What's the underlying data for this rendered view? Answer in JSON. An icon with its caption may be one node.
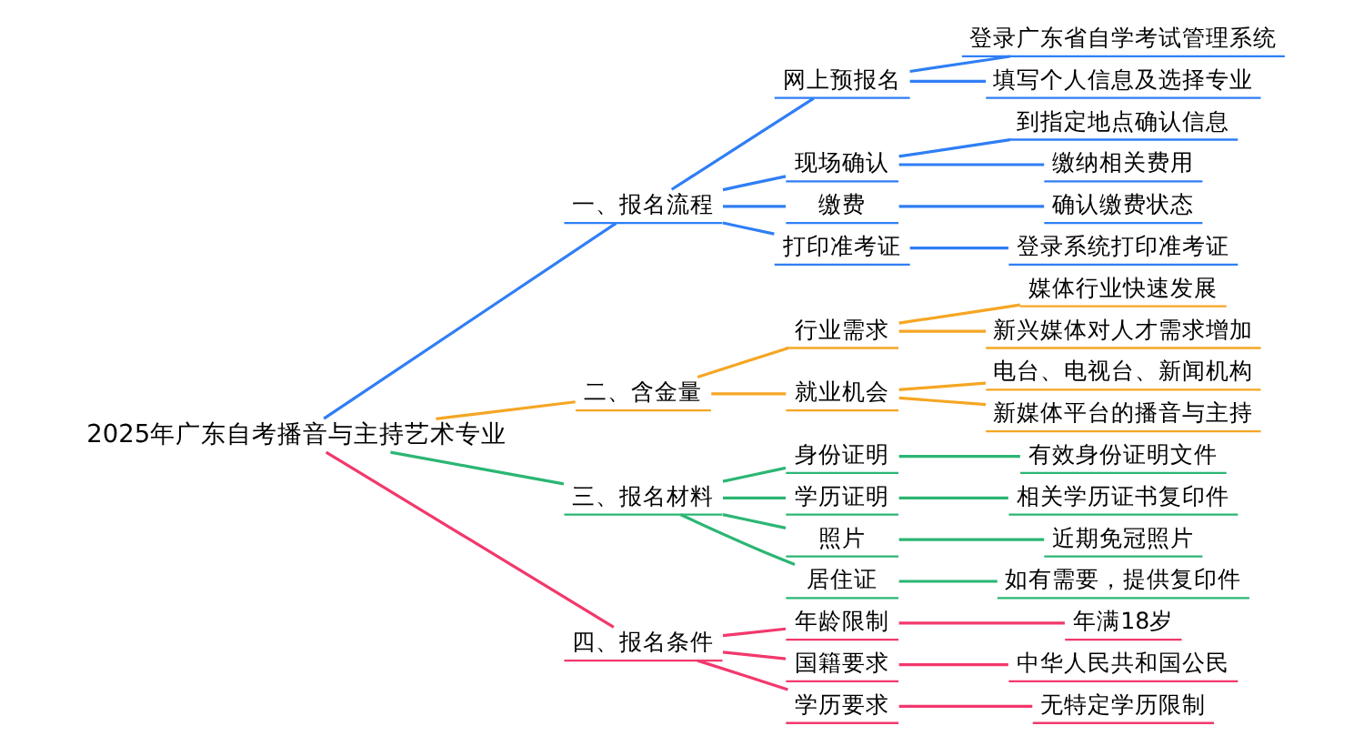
{
  "diagram": {
    "nodes": [
      {
        "text": [
          "2025年广东自考播音与主持艺术专业"
        ]
      },
      {
        "text": [
          "一、报名流程"
        ]
      },
      {
        "text": [
          "网上预报名"
        ]
      },
      {
        "text": [
          "登录广东省自学考试管理系统"
        ]
      },
      {
        "text": [
          "填写个人信息及选择专业"
        ]
      },
      {
        "text": [
          "现场确认"
        ]
      },
      {
        "text": [
          "到指定地点确认信息"
        ]
      },
      {
        "text": [
          "缴纳相关费用"
        ]
      },
      {
        "text": [
          "缴费"
        ]
      },
      {
        "text": [
          "确认缴费状态"
        ]
      },
      {
        "text": [
          "打印准考证"
        ]
      },
      {
        "text": [
          "登录系统打印准考证"
        ]
      },
      {
        "text": [
          "二、含金量"
        ]
      },
      {
        "text": [
          "行业需求"
        ]
      },
      {
        "text": [
          "媒体行业快速发展"
        ]
      },
      {
        "text": [
          "新兴媒体对人才需求增加"
        ]
      },
      {
        "text": [
          "就业机会"
        ]
      },
      {
        "text": [
          "电台、电视台、新闻机构"
        ]
      },
      {
        "text": [
          "新媒体平台的播音与主持"
        ]
      },
      {
        "text": [
          "三、报名材料"
        ]
      },
      {
        "text": [
          "身份证明"
        ]
      },
      {
        "text": [
          "有效身份证明文件"
        ]
      },
      {
        "text": [
          "学历证明"
        ]
      },
      {
        "text": [
          "相关学历证书复印件"
        ]
      },
      {
        "text": [
          "照片"
        ]
      },
      {
        "text": [
          "近期免冠照片"
        ]
      },
      {
        "text": [
          "居住证"
        ]
      },
      {
        "text": [
          "如有需要，提供复印件"
        ]
      },
      {
        "text": [
          "四、报名条件"
        ]
      },
      {
        "text": [
          "年龄限制"
        ]
      },
      {
        "text": [
          "年满18岁"
        ]
      },
      {
        "text": [
          "国籍要求"
        ]
      },
      {
        "text": [
          "中华人民共和国公民"
        ]
      },
      {
        "text": [
          "学历要求"
        ]
      },
      {
        "text": [
          "无特定学历限制"
        ]
      }
    ],
    "edges": [
      {
        "from": 0,
        "to": 1,
        "arrow": "none",
        "color": "#2f7ef5"
      },
      {
        "from": 1,
        "to": 2,
        "arrow": "none",
        "color": "#2f7ef5"
      },
      {
        "from": 2,
        "to": 3,
        "arrow": "none",
        "color": "#2f7ef5"
      },
      {
        "from": 2,
        "to": 4,
        "arrow": "none",
        "color": "#2f7ef5"
      },
      {
        "from": 1,
        "to": 5,
        "arrow": "none",
        "color": "#2f7ef5"
      },
      {
        "from": 5,
        "to": 6,
        "arrow": "none",
        "color": "#2f7ef5"
      },
      {
        "from": 5,
        "to": 7,
        "arrow": "none",
        "color": "#2f7ef5"
      },
      {
        "from": 1,
        "to": 8,
        "arrow": "none",
        "color": "#2f7ef5"
      },
      {
        "from": 8,
        "to": 9,
        "arrow": "none",
        "color": "#2f7ef5"
      },
      {
        "from": 1,
        "to": 10,
        "arrow": "none",
        "color": "#2f7ef5"
      },
      {
        "from": 10,
        "to": 11,
        "arrow": "none",
        "color": "#2f7ef5"
      },
      {
        "from": 0,
        "to": 12,
        "arrow": "none",
        "color": "#f5a623"
      },
      {
        "from": 12,
        "to": 13,
        "arrow": "none",
        "color": "#f5a623"
      },
      {
        "from": 13,
        "to": 14,
        "arrow": "none",
        "color": "#f5a623"
      },
      {
        "from": 13,
        "to": 15,
        "arrow": "none",
        "color": "#f5a623"
      },
      {
        "from": 12,
        "to": 16,
        "arrow": "none",
        "color": "#f5a623"
      },
      {
        "from": 16,
        "to": 17,
        "arrow": "none",
        "color": "#f5a623"
      },
      {
        "from": 16,
        "to": 18,
        "arrow": "none",
        "color": "#f5a623"
      },
      {
        "from": 0,
        "to": 19,
        "arrow": "none",
        "color": "#2bb673"
      },
      {
        "from": 19,
        "to": 20,
        "arrow": "none",
        "color": "#2bb673"
      },
      {
        "from": 20,
        "to": 21,
        "arrow": "none",
        "color": "#2bb673"
      },
      {
        "from": 19,
        "to": 22,
        "arrow": "none",
        "color": "#2bb673"
      },
      {
        "from": 22,
        "to": 23,
        "arrow": "none",
        "color": "#2bb673"
      },
      {
        "from": 19,
        "to": 24,
        "arrow": "none",
        "color": "#2bb673"
      },
      {
        "from": 24,
        "to": 25,
        "arrow": "none",
        "color": "#2bb673"
      },
      {
        "from": 19,
        "to": 26,
        "arrow": "none",
        "color": "#2bb673"
      },
      {
        "from": 26,
        "to": 27,
        "arrow": "none",
        "color": "#2bb673"
      },
      {
        "from": 0,
        "to": 28,
        "arrow": "none",
        "color": "#f2386c"
      },
      {
        "from": 28,
        "to": 29,
        "arrow": "none",
        "color": "#f2386c"
      },
      {
        "from": 29,
        "to": 30,
        "arrow": "none",
        "color": "#f2386c"
      },
      {
        "from": 28,
        "to": 31,
        "arrow": "none",
        "color": "#f2386c"
      },
      {
        "from": 31,
        "to": 32,
        "arrow": "none",
        "color": "#f2386c"
      },
      {
        "from": 28,
        "to": 33,
        "arrow": "none",
        "color": "#f2386c"
      },
      {
        "from": 33,
        "to": 34,
        "arrow": "none",
        "color": "#f2386c"
      }
    ]
  }
}
